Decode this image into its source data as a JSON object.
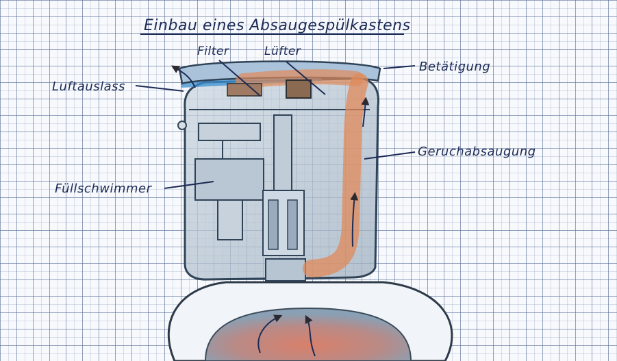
{
  "diagram": {
    "title": "Einbau eines Absaugespülkastens",
    "labels": {
      "filter": "Filter",
      "luefter": "Lüfter",
      "betaetigung": "Betätigung",
      "luftauslass": "Luftauslass",
      "geruchabsaugung": "Geruchabsaugung",
      "fuellschwimmer": "Füllschwimmer"
    }
  }
}
